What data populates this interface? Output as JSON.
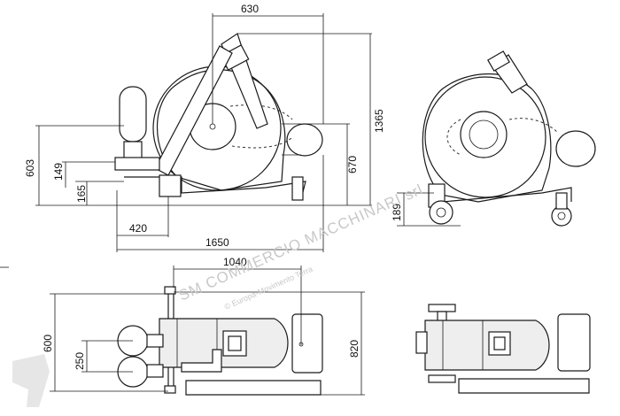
{
  "dimensions": {
    "top_width": "630",
    "height_total": "1365",
    "height_left": "603",
    "height_inlet": "670",
    "h149": "149",
    "h165": "165",
    "w420": "420",
    "length_total": "1650",
    "h189": "189",
    "plan_width": "1040",
    "plan_depth_left": "600",
    "plan_spacing": "250",
    "plan_depth_right": "820"
  },
  "watermark": {
    "main": "SM COMMERCIO MACCHINARI srl",
    "sub": "© Europa-Movimento Terra"
  },
  "colors": {
    "line": "#1a1a1a",
    "fill": "#d9d9d9",
    "watermark": "#c8c8c8"
  }
}
